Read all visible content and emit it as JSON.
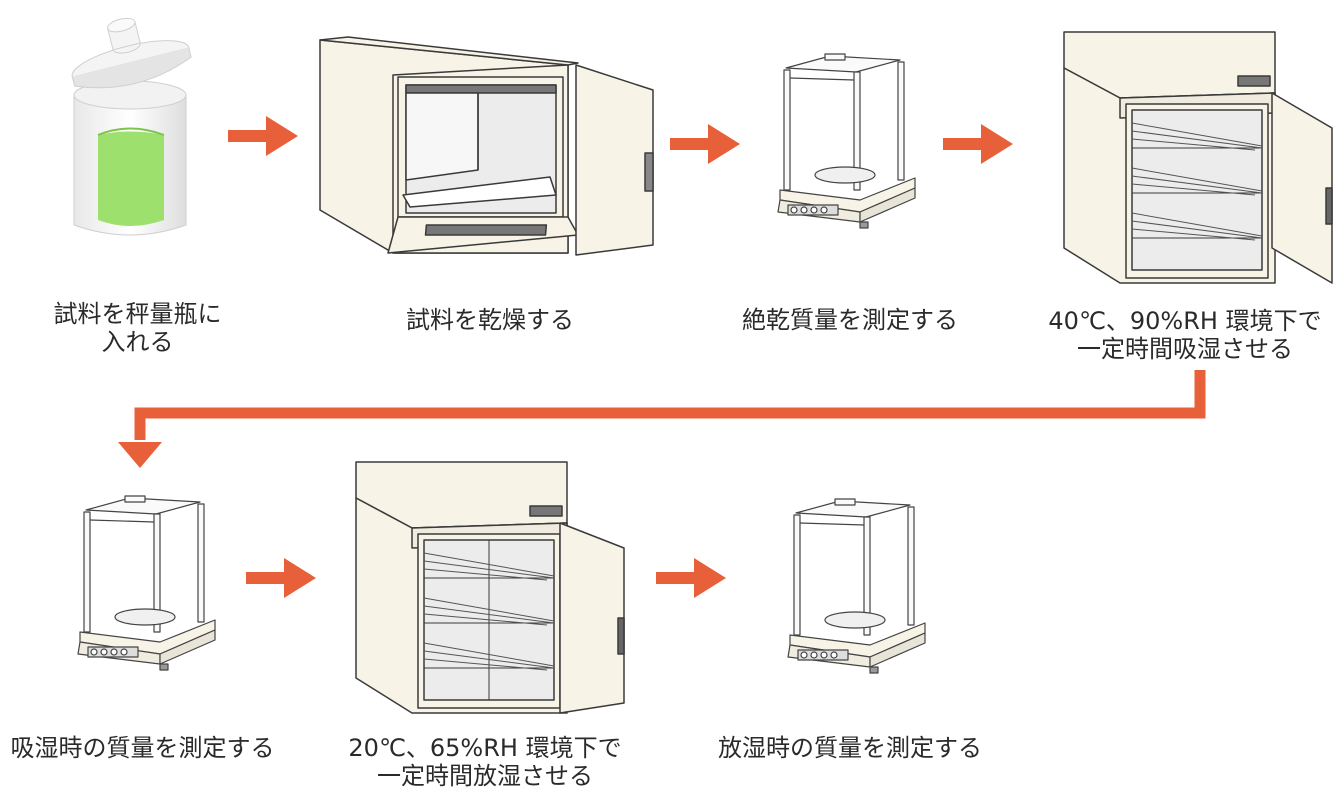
{
  "colors": {
    "arrow": "#e8603a",
    "equipment_fill": "#f8f3e7",
    "outline": "#3a3a3a",
    "sample": "#9ee06e"
  },
  "steps": [
    {
      "icon": "weighing-bottle-icon",
      "caption_lines": [
        "試料を秤量瓶に",
        "入れる"
      ]
    },
    {
      "icon": "drying-oven-icon",
      "caption_lines": [
        "試料を乾燥する"
      ]
    },
    {
      "icon": "analytical-balance-icon",
      "caption_lines": [
        "絶乾質量を測定する"
      ]
    },
    {
      "icon": "humidity-chamber-icon",
      "caption_lines": [
        "40℃、90%RH 環境下で",
        "一定時間吸湿させる"
      ]
    },
    {
      "icon": "analytical-balance-icon",
      "caption_lines": [
        "吸湿時の質量を測定する"
      ]
    },
    {
      "icon": "humidity-chamber-icon",
      "caption_lines": [
        "20℃、65%RH 環境下で",
        "一定時間放湿させる"
      ]
    },
    {
      "icon": "analytical-balance-icon",
      "caption_lines": [
        "放湿時の質量を測定する"
      ]
    }
  ]
}
